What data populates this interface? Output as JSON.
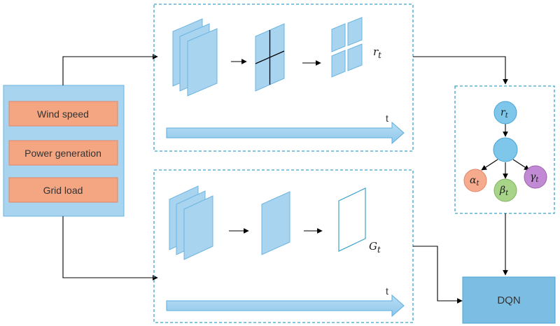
{
  "inputs": {
    "items": [
      {
        "label": "Wind speed"
      },
      {
        "label": "Power generation"
      },
      {
        "label": "Grid load"
      }
    ]
  },
  "top_branch": {
    "output_symbol": "r",
    "output_sub": "t",
    "time_label": "t"
  },
  "bottom_branch": {
    "output_symbol": "G",
    "output_sub": "t",
    "time_label": "t"
  },
  "tree": {
    "root": {
      "symbol": "r",
      "sub": "t"
    },
    "leaves": [
      {
        "symbol": "α",
        "sub": "t"
      },
      {
        "symbol": "β",
        "sub": "t"
      },
      {
        "symbol": "γ",
        "sub": "t"
      }
    ]
  },
  "dqn": {
    "label": "DQN"
  },
  "colors": {
    "input_panel": "#a9d4ef",
    "input_item": "#f4a582",
    "dqn_box": "#7bbde3",
    "frame": "#3aa3c9",
    "root_node": "#7ec6ea",
    "alpha_node": "#f6ab8e",
    "beta_node": "#a8d48a",
    "gamma_node": "#c28ad4"
  }
}
